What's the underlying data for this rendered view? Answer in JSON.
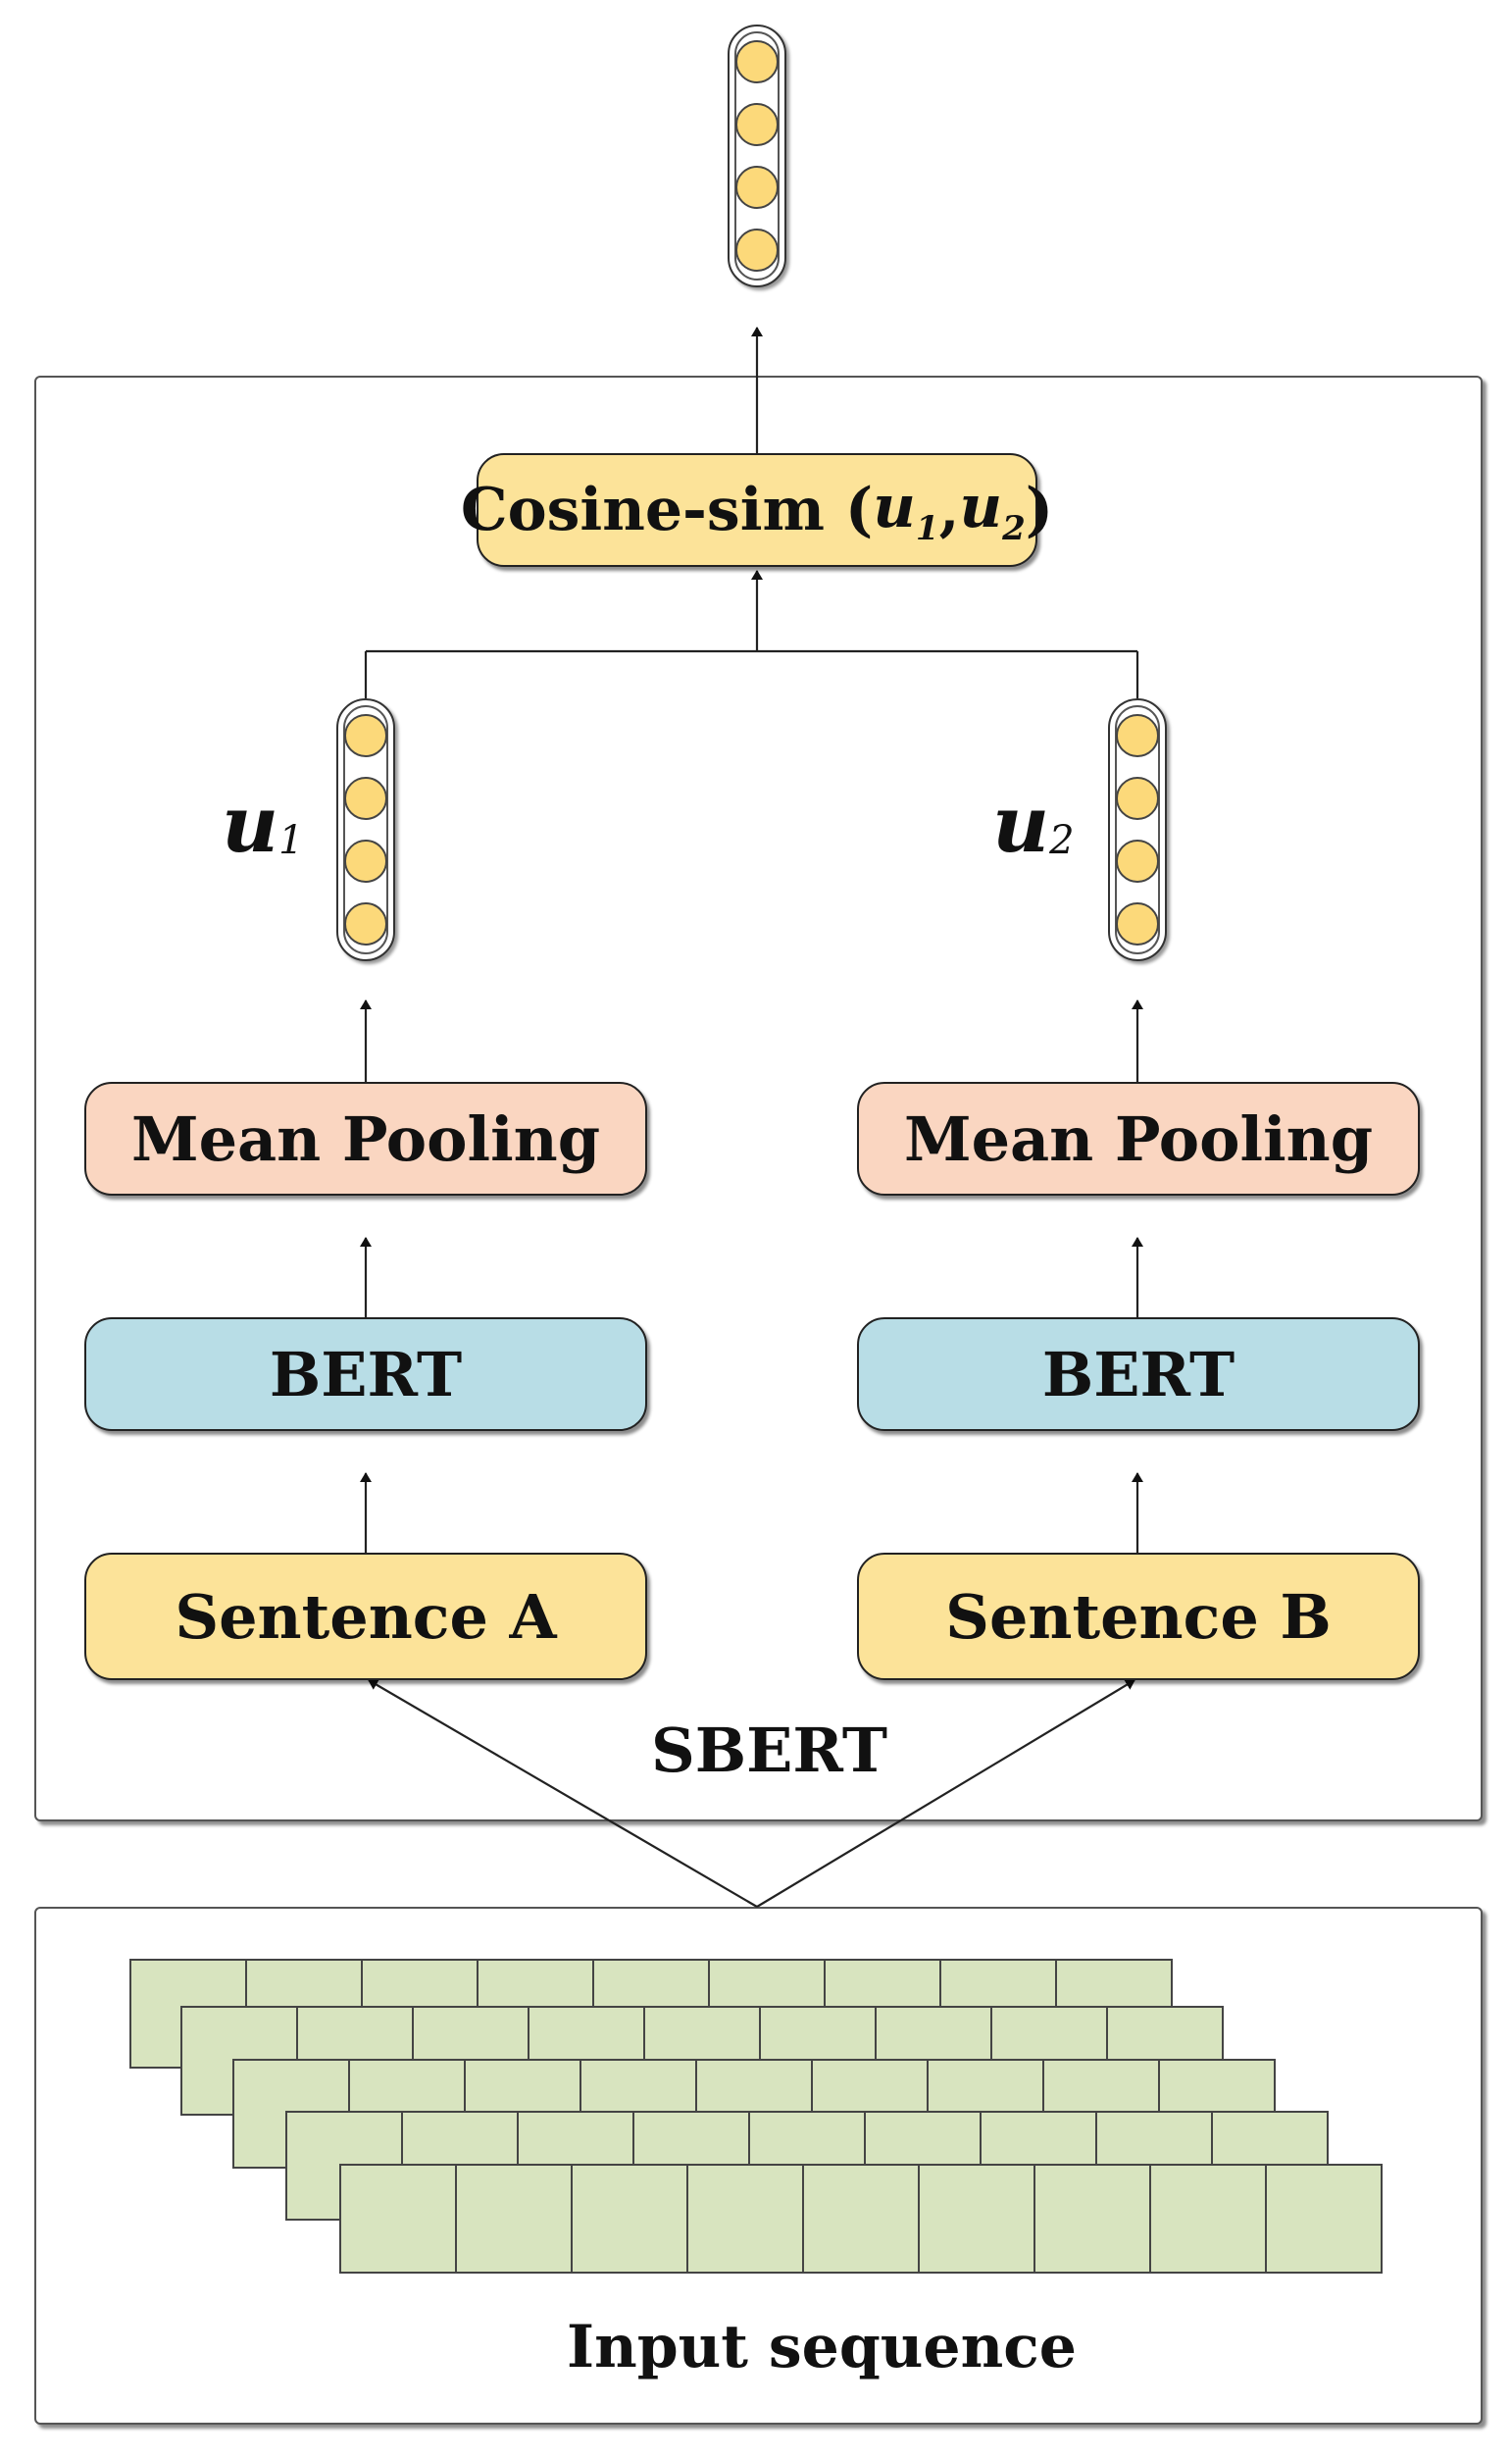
{
  "diagram": {
    "sbert_label": "SBERT",
    "input_label": "Input sequence",
    "cosine": {
      "prefix": "Cosine-sim (",
      "u1": "u",
      "u1_sub": "1",
      "comma": ",",
      "u2": "u",
      "u2_sub": "2",
      "suffix": ")"
    },
    "left": {
      "vector_label": "u",
      "vector_sub": "1",
      "pooling": "Mean Pooling",
      "encoder": "BERT",
      "sentence": "Sentence A"
    },
    "right": {
      "vector_label": "u",
      "vector_sub": "2",
      "pooling": "Mean Pooling",
      "encoder": "BERT",
      "sentence": "Sentence B"
    },
    "colors": {
      "yellow": "#fce399",
      "salmon": "#fad6c1",
      "blue": "#b8dde6",
      "cell_green": "#d8e4bf"
    }
  }
}
